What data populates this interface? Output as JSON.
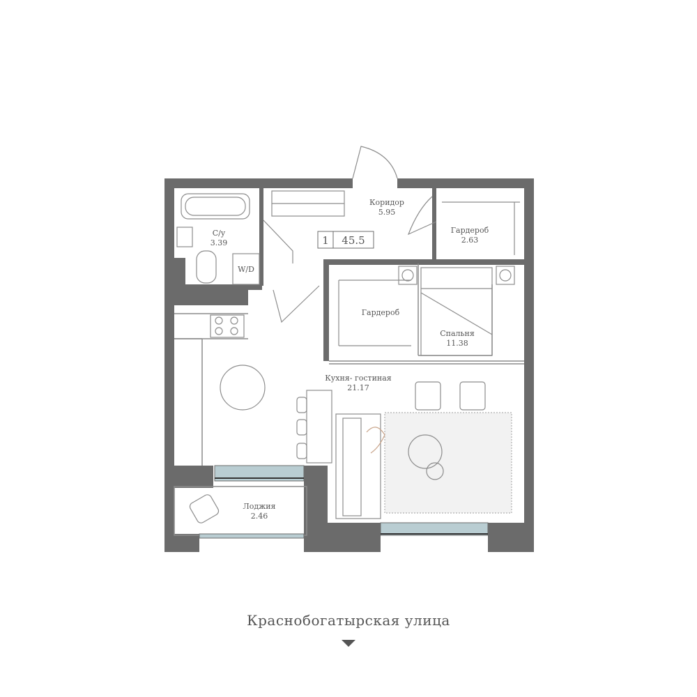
{
  "plan": {
    "rooms_count": "1",
    "total_area": "45.5",
    "rooms": {
      "bath_name": "С/у",
      "bath_area": "3.39",
      "corridor_name": "Коридор",
      "corridor_area": "5.95",
      "wardrobe1_name": "Гардероб",
      "wardrobe1_area": "2.63",
      "wardrobe2_name": "Гардероб",
      "bedroom_name": "Спальня",
      "bedroom_area": "11.38",
      "kitchen_name": "Кухня- гостиная",
      "kitchen_area": "21.17",
      "loggia_name": "Лоджия",
      "loggia_area": "2.46",
      "washer_label": "W/D"
    },
    "street": "Краснобогатырская улица"
  },
  "colors": {
    "wall": "#6b6b6b",
    "window": "#b9cdd2",
    "line": "#8c8c8c",
    "rug": "#d0d0d0"
  }
}
